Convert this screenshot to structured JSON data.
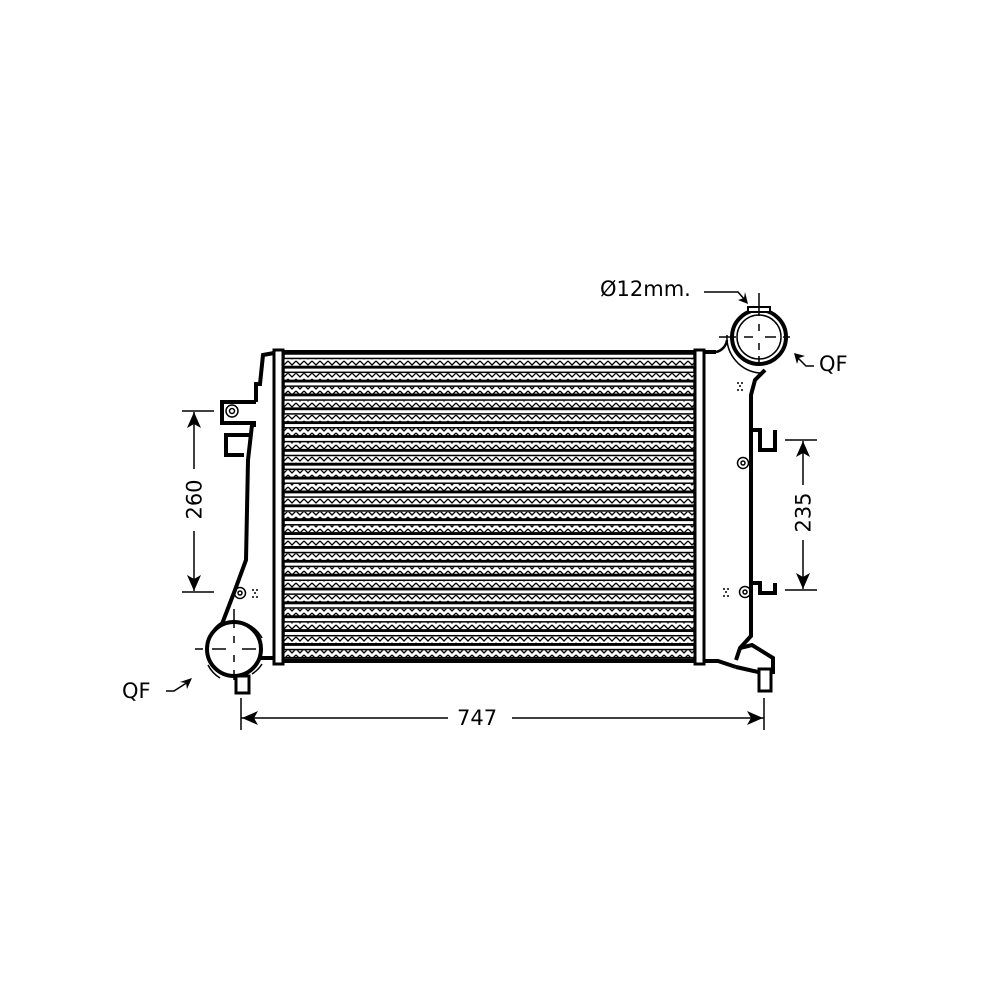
{
  "drawing": {
    "title": "Intercooler technical drawing",
    "line_color": "#000000",
    "background": "#ffffff"
  },
  "dimensions": {
    "width": {
      "label": "747",
      "unit": "mm"
    },
    "left_height": {
      "label": "260",
      "unit": "mm"
    },
    "right_height": {
      "label": "235",
      "unit": "mm"
    },
    "pipe_diameter": {
      "label": "Ø12mm."
    }
  },
  "annotations": {
    "outlet_top_right": {
      "label": "QF"
    },
    "inlet_bottom_left": {
      "label": "QF"
    }
  },
  "core": {
    "rows": 22
  }
}
